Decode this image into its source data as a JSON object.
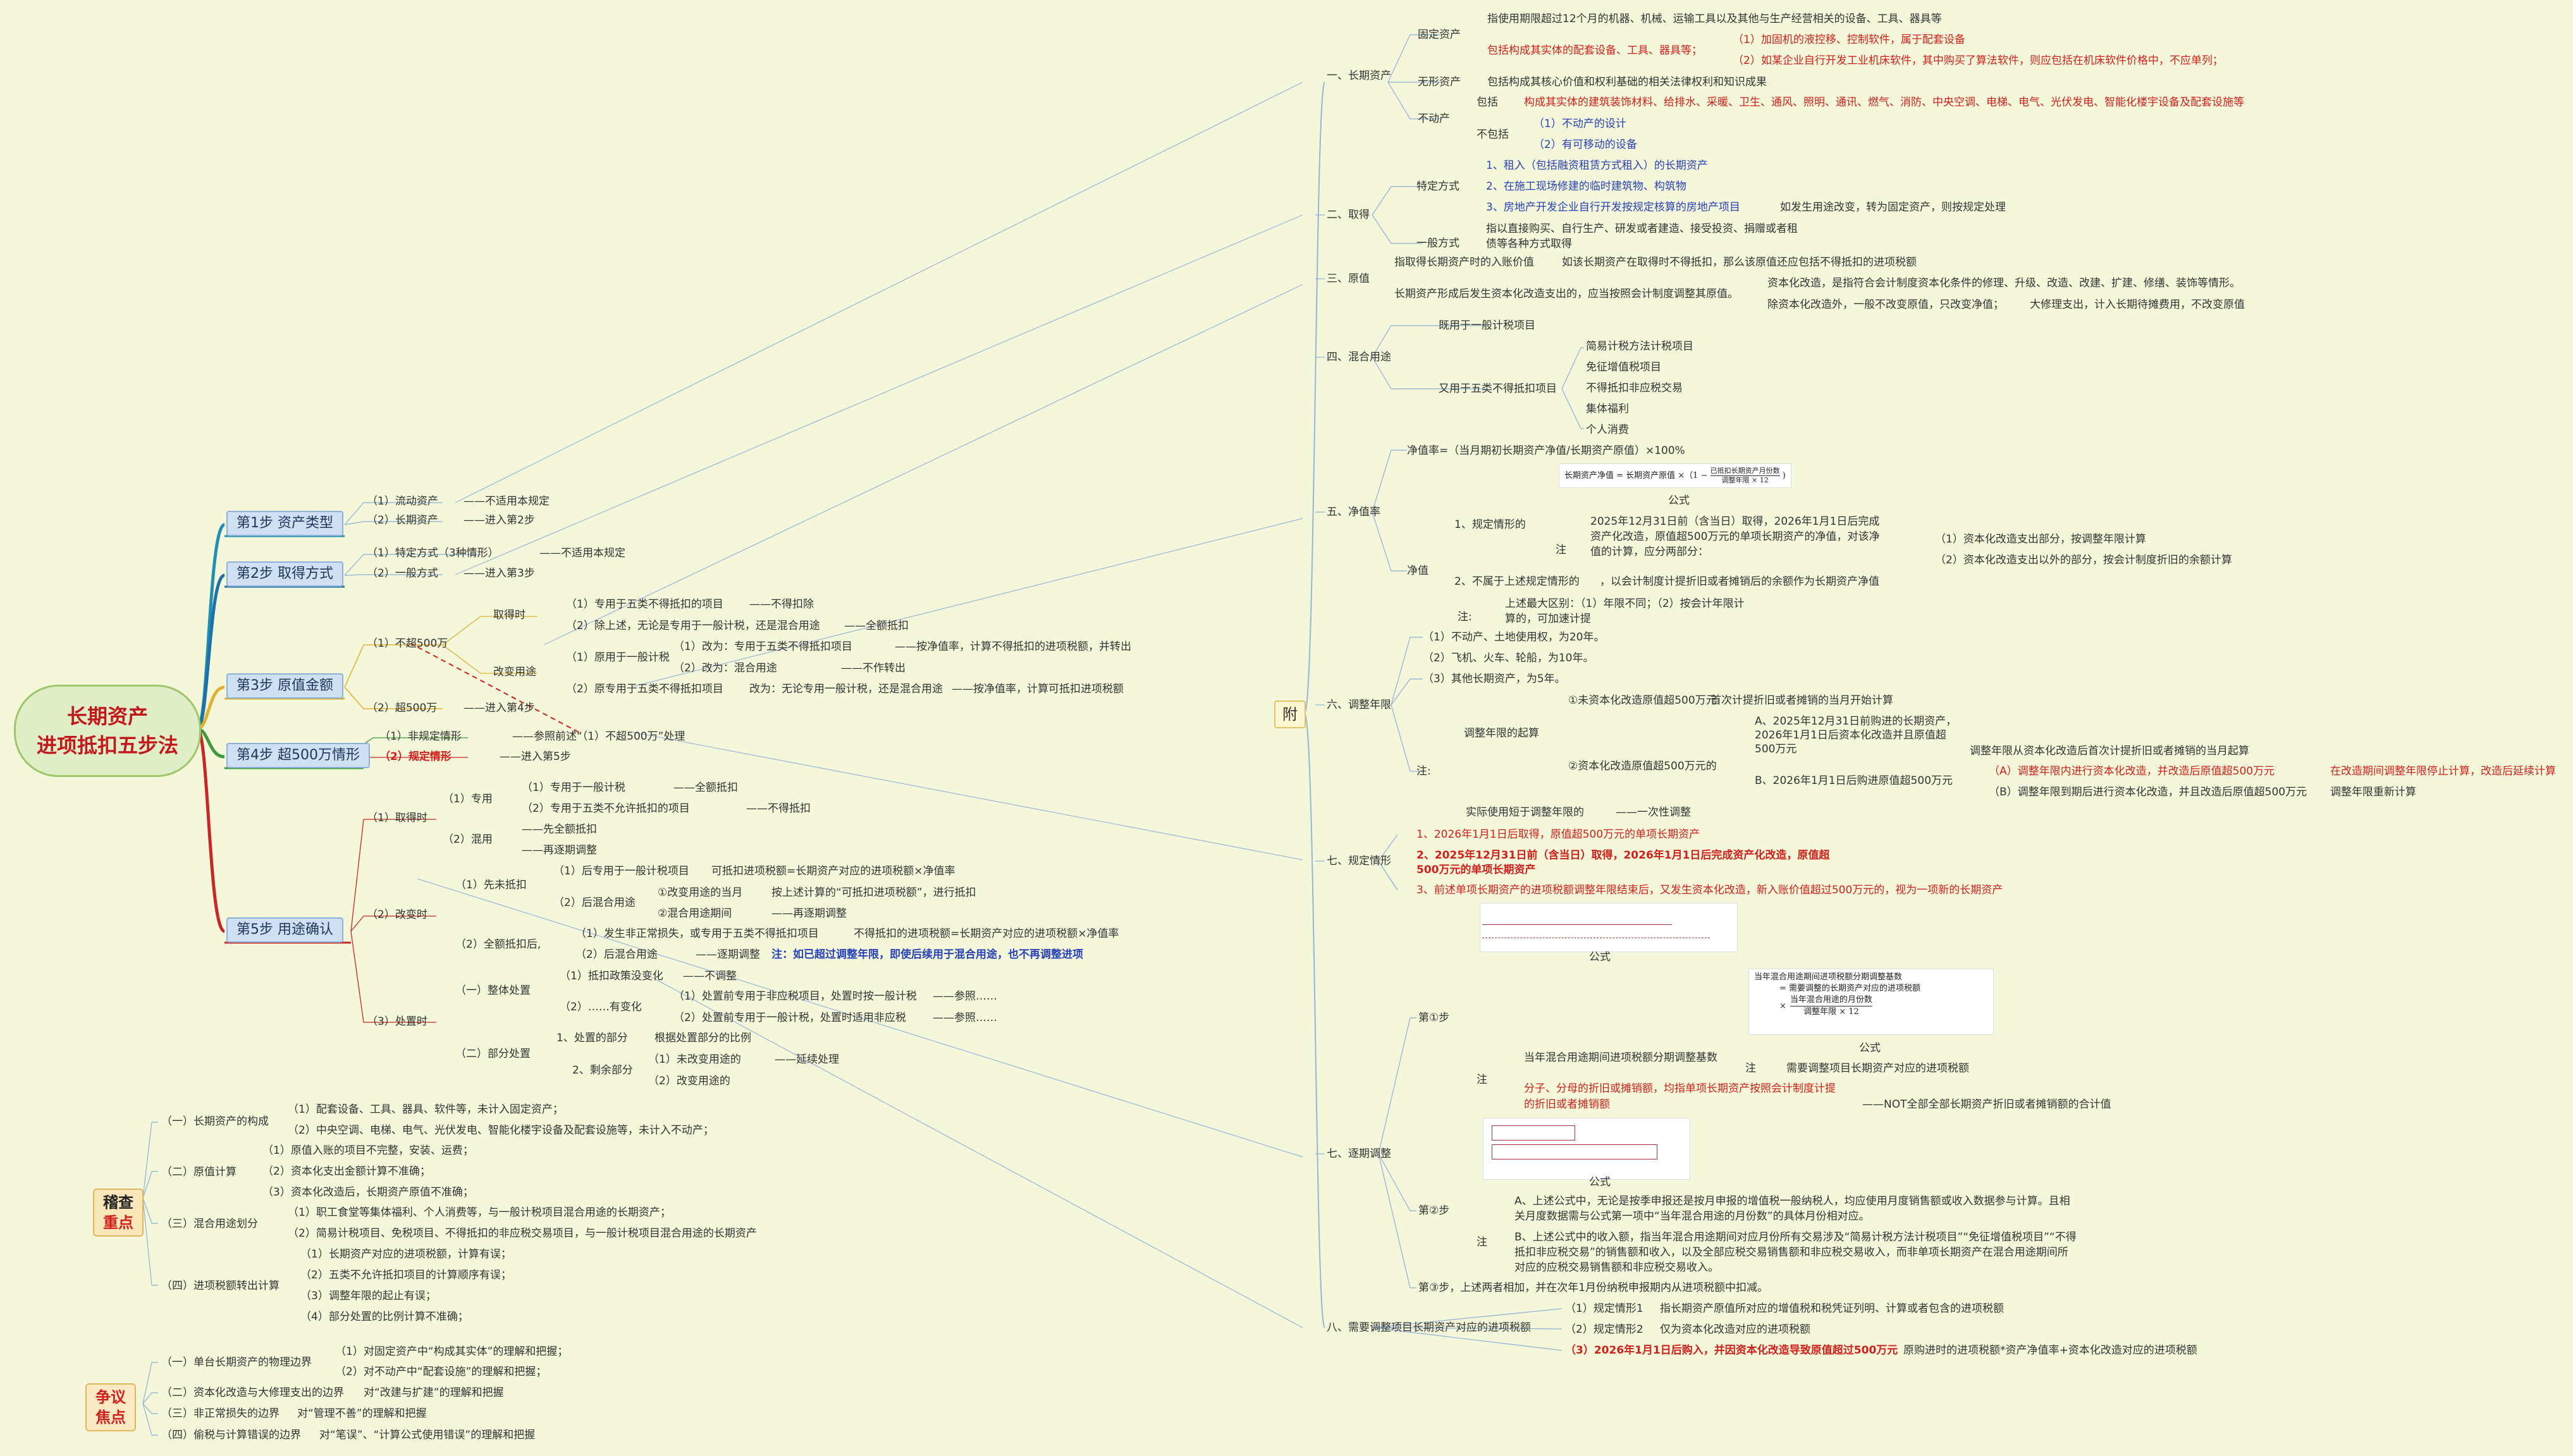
{
  "root": {
    "line1": "长期资产",
    "line2": "进项抵扣五步法"
  },
  "steps": [
    {
      "label": "第1步  资产类型"
    },
    {
      "label": "第2步  取得方式"
    },
    {
      "label": "第3步  原值金额"
    },
    {
      "label": "第4步  超500万情形"
    },
    {
      "label": "第5步  用途确认"
    }
  ],
  "step1": {
    "a": "（1）流动资产",
    "a_r": "——不适用本规定",
    "b": "（2）长期资产",
    "b_r": "——进入第2步"
  },
  "step2": {
    "a": "（1）特定方式（3种情形）",
    "a_r": "——不适用本规定",
    "b": "（2）一般方式",
    "b_r": "——进入第3步"
  },
  "step3": {
    "a": "（1）不超500万",
    "qd": "取得时",
    "qd1": "（1）专用于五类不得抵扣的项目",
    "qd1_r": "——不得扣除",
    "qd2": "（2）除上述，无论是专用于一般计税，还是混合用途",
    "qd2_r": "——全额抵扣",
    "gb": "改变用途",
    "gb1": "（1）原用于一般计税",
    "gb1a": "（1）改为：专用于五类不得抵扣项目",
    "gb1a_r": "——按净值率，计算不得抵扣的进项税额，并转出",
    "gb1b": "（2）改为：混合用途",
    "gb1b_r": "——不作转出",
    "gb2": "（2）原专用于五类不得抵扣项目",
    "gb2a": "改为：无论专用一般计税，还是混合用途",
    "gb2a_r": "——按净值率，计算可抵扣进项税额",
    "b": "（2）超500万",
    "b_r": "——进入第4步"
  },
  "step4": {
    "a": "（1）非规定情形",
    "a_r": "——参照前述“（1）不超500万”处理",
    "b": "（2）规定情形",
    "b_r": "——进入第5步"
  },
  "step5": {
    "qd": "（1）取得时",
    "zy": "（1）专用",
    "zy1": "（1）专用于一般计税",
    "zy1_r": "——全额抵扣",
    "zy2": "（2）专用于五类不允许抵扣的项目",
    "zy2_r": "——不得抵扣",
    "hy": "（2）混用",
    "hy1": "——先全额抵扣",
    "hy2": "——再逐期调整",
    "gb": "（2）改变时",
    "xb": "（1）先未抵扣",
    "xb1": "（1）后专用于一般计税项目",
    "xb1_r": "可抵扣进项税额=长期资产对应的进项税额×净值率",
    "xb2": "①改变用途的当月",
    "xb2_r": "按上述计算的“可抵扣进项税额”，进行抵扣",
    "xb3": "（2）后混合用途",
    "xb4": "②混合用途期间",
    "xb4_r": "——再逐期调整",
    "qe": "（2）全额抵扣后,",
    "qe1": "（1）发生非正常损失，或专用于五类不得抵扣项目",
    "qe1_r": "不得抵扣的进项税额=长期资产对应的进项税额×净值率",
    "qe2": "（2）后混合用途",
    "qe2_r": "——逐期调整",
    "qe2_note": "注：如已超过调整年限，即使后续用于混合用途，也不再调整进项",
    "cz": "（3）处置时",
    "zt": "（一）整体处置",
    "zt1": "（1）抵扣政策没变化",
    "zt1_r": "——不调整",
    "zt2": "（2）……有变化",
    "zt2a": "（1）处置前专用于非应税项目，处置时按一般计税",
    "zt2a_r": "——参照……",
    "zt2b": "（2）处置前专用于一般计税，处置时适用非应税",
    "zt2b_r": "——参照……",
    "bf": "（二）部分处置",
    "bf1": "1、处置的部分",
    "bf1_r": "根据处置部分的比例",
    "bf2": "2、剩余部分",
    "bf2a": "（1）未改变用途的",
    "bf2a_r": "——延续处理",
    "bf2b": "（2）改变用途的"
  },
  "jihe": {
    "title1": "稽查",
    "title2": "重点",
    "items": [
      {
        "label": "（一）长期资产的构成",
        "subs": [
          "（1）配套设备、工具、器具、软件等，未计入固定资产；",
          "（2）中央空调、电梯、电气、光伏发电、智能化楼宇设备及配套设施等，未计入不动产；"
        ]
      },
      {
        "label": "（二）原值计算",
        "subs": [
          "（1）原值入账的项目不完整，安装、运费；",
          "（2）资本化支出金额计算不准确；",
          "（3）资本化改造后，长期资产原值不准确；"
        ]
      },
      {
        "label": "（三）混合用途划分",
        "subs": [
          "（1）职工食堂等集体福利、个人消费等，与一般计税项目混合用途的长期资产；",
          "（2）简易计税项目、免税项目、不得抵扣的非应税交易项目，与一般计税项目混合用途的长期资产"
        ]
      },
      {
        "label": "（四）进项税额转出计算",
        "subs": [
          "（1）长期资产对应的进项税额，计算有误；",
          "（2）五类不允许抵扣项目的计算顺序有误；",
          "（3）调整年限的起止有误；",
          "（4）部分处置的比例计算不准确；"
        ]
      }
    ]
  },
  "zhengyi": {
    "title1": "争议",
    "title2": "焦点",
    "items": [
      {
        "label": "（一）单台长期资产的物理边界",
        "subs": [
          "（1）对固定资产中“构成其实体”的理解和把握；",
          "（2）对不动产中“配套设施”的理解和把握；"
        ]
      },
      {
        "label": "（二）资本化改造与大修理支出的边界",
        "tail": "对“改建与扩建”的理解和把握"
      },
      {
        "label": "（三）非正常损失的边界",
        "tail": "对“管理不善”的理解和把握"
      },
      {
        "label": "（四）偷税与计算错误的边界",
        "tail": "对“笔误”、“计算公式使用错误”的理解和把握"
      }
    ]
  },
  "fu": {
    "label": "附"
  },
  "r1": {
    "head": "一、长期资产",
    "gd": "固定资产",
    "gd1": "指使用期限超过12个月的机器、机械、运输工具以及其他与生产经营相关的设备、工具、器具等",
    "gd2": "包括构成其实体的配套设备、工具、器具等；",
    "gd2a": "（1）加固机的液控移、控制软件，属于配套设备",
    "gd2b": "（2）如某企业自行开发工业机床软件，其中购买了算法软件，则应包括在机床软件价格中，不应单列；",
    "wx": "无形资产",
    "wx1": "包括构成其核心价值和权利基础的相关法律权利和知识成果",
    "bdc": "不动产",
    "bk": "包括",
    "bk1": "构成其实体的建筑装饰材料、给排水、采暖、卫生、通风、照明、通讯、燃气、消防、中央空调、电梯、电气、光伏发电、智能化楼宇设备及配套设施等",
    "bbk": "不包括",
    "bbk1": "（1）不动产的设计",
    "bbk2": "（2）有可移动的设备"
  },
  "r2": {
    "head": "二、取得",
    "ts": "特定方式",
    "ts1": "1、租入（包括融资租赁方式租入）的长期资产",
    "ts2": "2、在施工现场修建的临时建筑物、构筑物",
    "ts3": "3、房地产开发企业自行开发按规定核算的房地产项目",
    "ts3_r": "如发生用途改变，转为固定资产，则按规定处理",
    "yb": "一般方式",
    "yb1": "指以直接购买、自行生产、研发或者建造、接受投资、捐赠或者租",
    "yb2": "债等各种方式取得"
  },
  "r3": {
    "head": "三、原值",
    "a": "指取得长期资产时的入账价值",
    "a_r": "如该长期资产在取得时不得抵扣，那么该原值还应包括不得抵扣的进项税额",
    "b": "长期资产形成后发生资本化改造支出的，应当按照会计制度调整其原值。",
    "b1": "资本化改造，是指符合会计制度资本化条件的修理、升级、改造、改建、扩建、修缮、装饰等情形。",
    "b2": "除资本化改造外，一般不改变原值，只改变净值；",
    "b2_r": "大修理支出，计入长期待摊费用，不改变原值"
  },
  "r4": {
    "head": "四、混合用途",
    "a": "既用于一般计税项目",
    "b": "又用于五类不得抵扣项目",
    "items": [
      "简易计税方法计税项目",
      "免征增值税项目",
      "不得抵扣非应税交易",
      "集体福利",
      "个人消费"
    ]
  },
  "r5": {
    "head": "五、净值率",
    "f": "净值率=（当月期初长期资产净值/长期资产原值）×100%",
    "formula_main": "长期资产净值 = 长期资产原值 ×（1 −",
    "formula_num": "已抵扣长期资产月份数",
    "formula_den": "调整年限 × 12",
    "formula_tag": "公式",
    "jz": "净值",
    "gd": "1、规定情形的",
    "zhu": "注",
    "gd_note": "2025年12月31日前（含当日）取得，2026年1月1日后完成资产化改造，原值超500万元的单项长期资产的净值，对该净值的计算，应分两部分：",
    "gd_n1": "（1）资本化改造支出部分，按调整年限计算",
    "gd_n2": "（2）资本化改造支出以外的部分，按会计制度折旧的余额计算",
    "bs": "2、不属于上述规定情形的",
    "bs_r": "，以会计制度计提折旧或者摊销后的余额作为长期资产净值",
    "zhu2": "注:",
    "bs_n": "上述最大区别：（1）年限不同；（2）按会计年限计算的，可加速计提"
  },
  "r6": {
    "head": "六、调整年限",
    "a": "（1）不动产、土地使用权，为20年。",
    "b": "（2）飞机、火车、轮船，为10年。",
    "c": "（3）其他长期资产，为5年。",
    "zhu": "注:",
    "qs": "调整年限的起算",
    "qs1": "①未资本化改造原值超500万元",
    "qs1_r": "首次计提折旧或者摊销的当月开始计算",
    "qs2": "②资本化改造原值超500万元的",
    "qs2a": "A、2025年12月31日前购进的长期资产，2026年1月1日后资本化改造并且原值超500万元",
    "qs2a_r": "调整年限从资本化改造后首次计提折旧或者摊销的当月起算",
    "qs2a_1": "（A）调整年限内进行资本化改造，并改造后原值超500万元",
    "qs2a_1r": "在改造期间调整年限停止计算，改造后延续计算",
    "qs2a_2": "（B）调整年限到期后进行资本化改造，并且改造后原值超500万元",
    "qs2a_2r": "调整年限重新计算",
    "qs2b": "B、2026年1月1日后购进原值超500万元",
    "sj": "实际使用短于调整年限的",
    "sj_r": "——一次性调整"
  },
  "r7": {
    "head": "七、规定情形",
    "a": "1、2026年1月1日后取得，原值超500万元的单项长期资产",
    "b": "2、2025年12月31日前（含当日）取得，2026年1月1日后完成资产化改造，原值超",
    "b2": "500万元的单项长期资产",
    "c": "3、前述单项长期资产的进项税额调整年限结束后，又发生资本化改造，新入账价值超过500万元的，视为一项新的长期资产"
  },
  "r8": {
    "head": "七、逐期调整",
    "s1": "第①步",
    "s1_f": "公式",
    "s1_formula1": "当年混合用途期间进项税额分期调整基数",
    "s1_formula2": "= 需要调整的长期资产对应的进项税额",
    "s1_formula3": "当年混合用途的月份数",
    "s1_formula4": "调整年限 × 12",
    "s1_f2": "公式",
    "s1_a": "当年混合用途期间进项税额分期调整基数",
    "s1_zhu": "注",
    "s1_a_r": "需要调整项目长期资产对应的进项税额",
    "s1_b": "分子、分母的折旧或摊销额，均指单项长期资产按照会计制度计提",
    "s1_b2": "的折旧或者摊销额",
    "s1_b_r": "——NOT全部全部长期资产折旧或者摊销额的合计值",
    "s2": "第②步",
    "s2_f": "公式",
    "s2_zhu": "注",
    "s2_a": "A、上述公式中，无论是按季申报还是按月申报的增值税一般纳税人，均应使用月度销售额或收入数据参与计算。且相关月度数据需与公式第一项中“当年混合用途的月份数”的具体月份相对应。",
    "s2_b": "B、上述公式中的收入额，指当年混合用途期间对应月份所有交易涉及“简易计税方法计税项目”“免征增值税项目”“不得抵扣非应税交易”的销售额和收入，以及全部应税交易销售额和非应税交易收入，而非单项长期资产在混合用途期间所对应的应税交易销售额和非应税交易收入。",
    "s3": "第③步，上述两者相加，并在次年1月份纳税申报期内从进项税额中扣减。"
  },
  "r9": {
    "head": "八、需要调整项目长期资产对应的进项税额",
    "a": "（1）规定情形1",
    "a_r": "指长期资产原值所对应的增值税和税凭证列明、计算或者包含的进项税额",
    "b": "（2）规定情形2",
    "b_r": "仅为资本化改造对应的进项税额",
    "c": "（3）2026年1月1日后购入，并因资本化改造导致原值超过500万元",
    "c_r": "原购进时的进项税额*资产净值率+资本化改造对应的进项税额"
  },
  "colors": {
    "background": "#f4f7d9",
    "root": "#dfeec7",
    "step": "#cfe0f2",
    "accent_red": "#d0201c",
    "accent_blue": "#2741b8"
  }
}
